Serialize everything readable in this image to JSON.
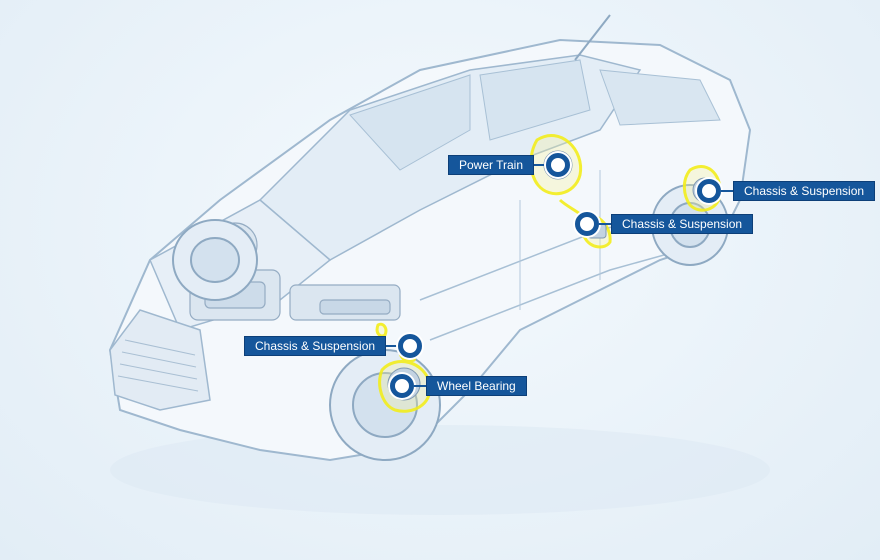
{
  "hotspots": {
    "power_train": {
      "label": "Power Train"
    },
    "chassis_rear": {
      "label": "Chassis & Suspension"
    },
    "chassis_mid": {
      "label": "Chassis & Suspension"
    },
    "chassis_front": {
      "label": "Chassis & Suspension"
    },
    "wheel_bearing": {
      "label": "Wheel Bearing"
    }
  },
  "colors": {
    "label_bg": "#15569b",
    "highlight": "#f3ee1c",
    "background": "#eaf3fa"
  }
}
